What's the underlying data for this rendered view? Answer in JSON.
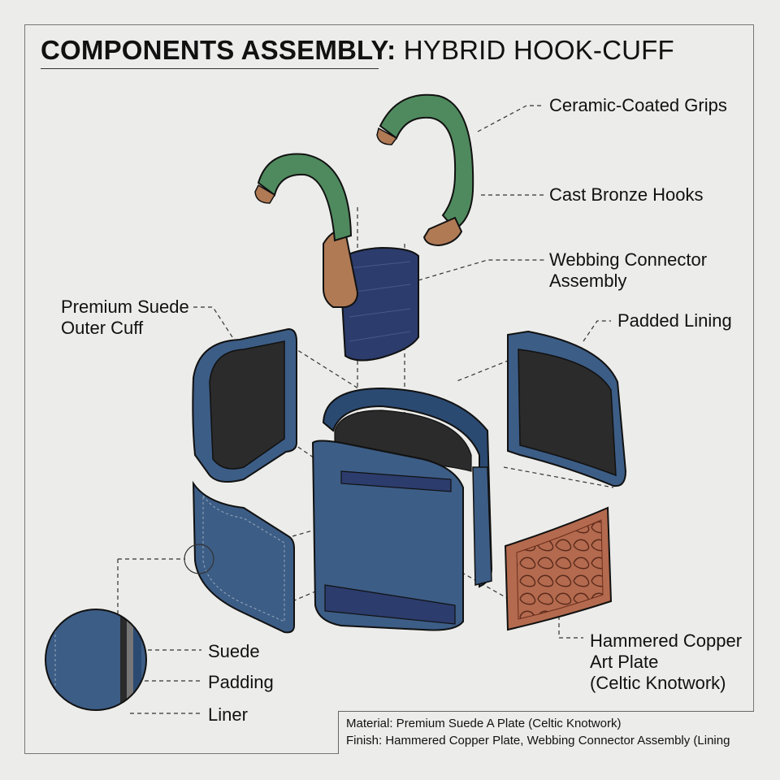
{
  "title": {
    "bold": "COMPONENTS ASSEMBLY:",
    "rest": " HYBRID HOOK-CUFF"
  },
  "labels": {
    "grips": "Ceramic-Coated Grips",
    "hooks": "Cast Bronze Hooks",
    "webbing_1": "Webbing Connector",
    "webbing_2": "Assembly",
    "suede_1": "Premium Suede",
    "suede_2": "Outer Cuff",
    "lining": "Padded Lining",
    "copper_1": "Hammered Copper",
    "copper_2": "Art Plate",
    "copper_3": "(Celtic Knotwork)",
    "layer_suede": "Suede",
    "layer_padding": "Padding",
    "layer_liner": "Liner"
  },
  "notes": {
    "material": "Material: Premium Suede A Plate (Celtic Knotwork)",
    "finish": "Finish: Hammered Copper Plate, Webbing Connector Assembly (Lining"
  },
  "colors": {
    "suede": "#3c5d86",
    "suede_dark": "#243c5c",
    "lining": "#2b2b2b",
    "grip": "#4f8a5e",
    "bronze": "#b07a55",
    "copper": "#b46a4e",
    "webbing": "#2c3c6c"
  }
}
